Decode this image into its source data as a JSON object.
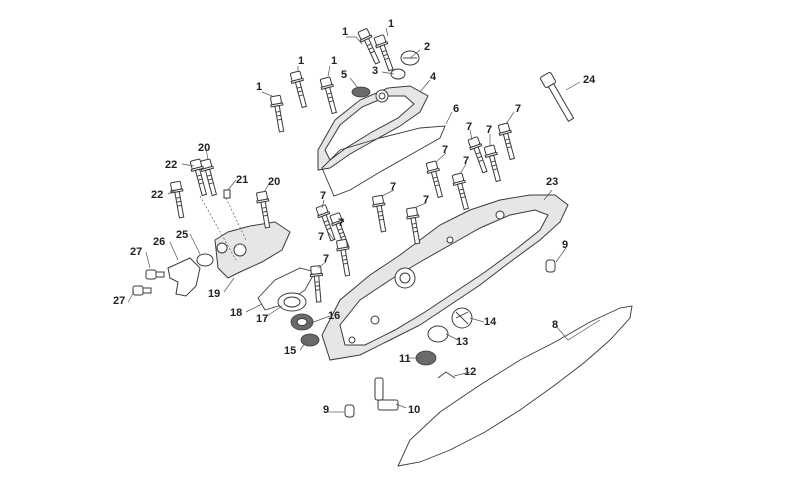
{
  "diagram": {
    "callouts": [
      {
        "id": "c1a",
        "text": "1"
      },
      {
        "id": "c1b",
        "text": "1"
      },
      {
        "id": "c1c",
        "text": "1"
      },
      {
        "id": "c1d",
        "text": "1"
      },
      {
        "id": "c1e",
        "text": "1"
      },
      {
        "id": "c2",
        "text": "2"
      },
      {
        "id": "c3",
        "text": "3"
      },
      {
        "id": "c4",
        "text": "4"
      },
      {
        "id": "c5",
        "text": "5"
      },
      {
        "id": "c6",
        "text": "6"
      },
      {
        "id": "c7a",
        "text": "7"
      },
      {
        "id": "c7b",
        "text": "7"
      },
      {
        "id": "c7c",
        "text": "7"
      },
      {
        "id": "c7d",
        "text": "7"
      },
      {
        "id": "c7e",
        "text": "7"
      },
      {
        "id": "c7f",
        "text": "7"
      },
      {
        "id": "c7g",
        "text": "7"
      },
      {
        "id": "c7h",
        "text": "7"
      },
      {
        "id": "c7i",
        "text": "7"
      },
      {
        "id": "c7j",
        "text": "7"
      },
      {
        "id": "c7k",
        "text": "7"
      },
      {
        "id": "c8",
        "text": "8"
      },
      {
        "id": "c9a",
        "text": "9"
      },
      {
        "id": "c9b",
        "text": "9"
      },
      {
        "id": "c10",
        "text": "10"
      },
      {
        "id": "c11",
        "text": "11"
      },
      {
        "id": "c12",
        "text": "12"
      },
      {
        "id": "c13",
        "text": "13"
      },
      {
        "id": "c14",
        "text": "14"
      },
      {
        "id": "c15",
        "text": "15"
      },
      {
        "id": "c16",
        "text": "16"
      },
      {
        "id": "c17",
        "text": "17"
      },
      {
        "id": "c18",
        "text": "18"
      },
      {
        "id": "c19",
        "text": "19"
      },
      {
        "id": "c20a",
        "text": "20"
      },
      {
        "id": "c20b",
        "text": "20"
      },
      {
        "id": "c21",
        "text": "21"
      },
      {
        "id": "c22a",
        "text": "22"
      },
      {
        "id": "c22b",
        "text": "22"
      },
      {
        "id": "c23",
        "text": "23"
      },
      {
        "id": "c24",
        "text": "24"
      },
      {
        "id": "c25",
        "text": "25"
      },
      {
        "id": "c26",
        "text": "26"
      },
      {
        "id": "c27a",
        "text": "27"
      },
      {
        "id": "c27b",
        "text": "27"
      }
    ]
  },
  "colors": {
    "line": "#3a3a3a",
    "fill": "#ffffff",
    "shade": "#e6e6e6",
    "text": "#222222"
  }
}
